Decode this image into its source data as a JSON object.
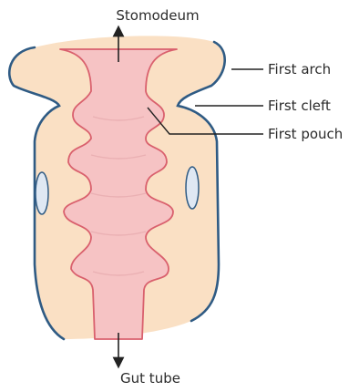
{
  "labels": {
    "top": "Stomodeum",
    "bottom": "Gut tube",
    "first_arch": "First arch",
    "first_cleft": "First cleft",
    "first_pouch": "First pouch"
  },
  "colors": {
    "mesoderm_fill": "#fae0c4",
    "ectoderm_outline": "#2f5b84",
    "endoderm_fill": "#f6c3c4",
    "endoderm_outline": "#d9606d",
    "placode_fill": "#dfe8f3",
    "label_text": "#2b2b2b",
    "pointer_line": "#222222"
  }
}
